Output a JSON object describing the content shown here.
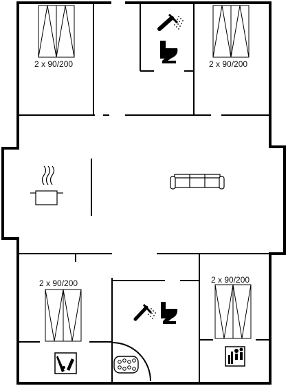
{
  "rooms": {
    "bedroom_top_left": {
      "bed_label": "2 x 90/200"
    },
    "bedroom_top_right": {
      "bed_label": "2 x 90/200"
    },
    "bedroom_bottom_left": {
      "bed_label": "2 x 90/200"
    },
    "bedroom_bottom_right": {
      "bed_label": "2 x 90/200"
    },
    "bathroom_top": {
      "icons": [
        "shower-icon",
        "toilet-icon"
      ]
    },
    "bathroom_bottom": {
      "icons": [
        "shower-icon",
        "toilet-icon"
      ]
    },
    "kitchen": {
      "icons": [
        "cooking-pot-icon"
      ]
    },
    "living": {
      "icons": [
        "sofa-icon"
      ]
    },
    "utility": {
      "icons": [
        "washing-machine-icon"
      ]
    },
    "wellness": {
      "icons": [
        "whirlpool-icon",
        "sauna-icon"
      ]
    }
  },
  "colors": {
    "wall": "#000000",
    "background": "#ffffff"
  }
}
